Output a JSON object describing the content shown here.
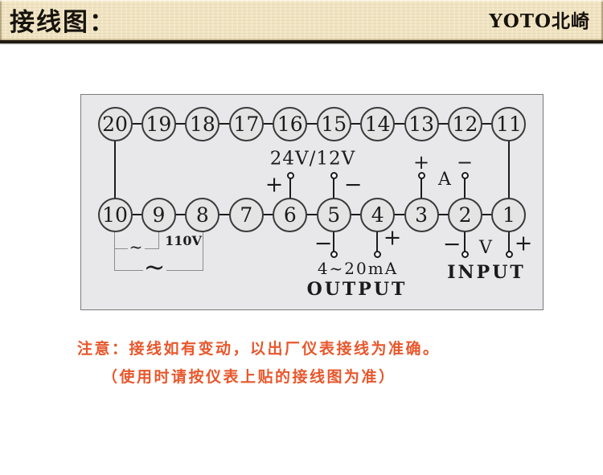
{
  "header": {
    "title": "接线图：",
    "brand": "YOTO北崎"
  },
  "diagram": {
    "top_row": [
      "20",
      "19",
      "18",
      "17",
      "16",
      "15",
      "14",
      "13",
      "12",
      "11"
    ],
    "bottom_row": [
      "10",
      "9",
      "8",
      "7",
      "6",
      "5",
      "4",
      "3",
      "2",
      "1"
    ],
    "labels": {
      "aux_power": "24V/12V",
      "aux_plus": "+",
      "aux_minus": "−",
      "current_in_plus": "+",
      "current_in_minus": "−",
      "current_in_unit": "A",
      "mains_voltage": "110V",
      "mains_tilde_1": "~",
      "mains_tilde_2": "~",
      "output_minus": "−",
      "output_plus": "+",
      "output_range": "4~20mA",
      "output_title": "OUTPUT",
      "input_minus": "−",
      "input_volt_unit": "V",
      "input_plus": "+",
      "input_title": "INPUT"
    }
  },
  "note": {
    "line1": "注意：接线如有变动，以出厂仪表接线为准确。",
    "line2": "（使用时请按仪表上贴的接线图为准）"
  },
  "colors": {
    "note_red": "#e8572c",
    "header_bg": "#f0e3c2",
    "diagram_bg": "#e8e8eb",
    "line_black": "#1c1c1c",
    "line_gray": "#8c8c8c",
    "circle_fill": "#e4e4e4"
  }
}
